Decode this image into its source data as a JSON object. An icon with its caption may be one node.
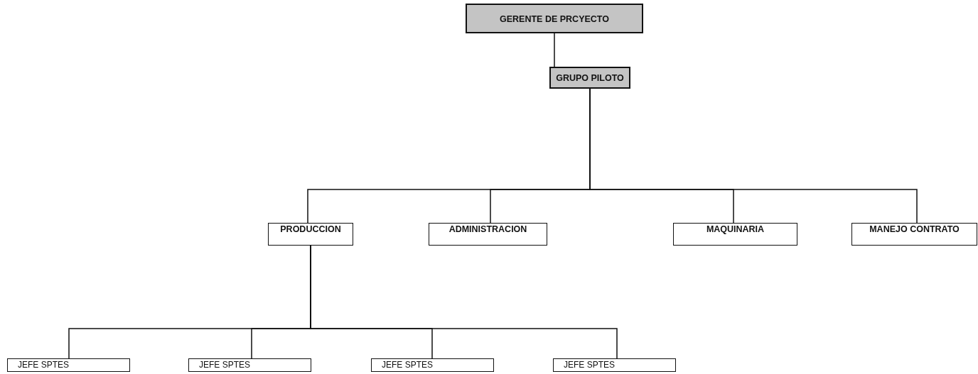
{
  "diagram": {
    "nodes": [
      {
        "text": [
          "GERENTE DE PRCYECTO"
        ]
      },
      {
        "text": [
          "GRUPO PILOTO"
        ]
      },
      {
        "text": [
          "PRODUCCION"
        ]
      },
      {
        "text": [
          "ADMINISTRACION"
        ]
      },
      {
        "text": [
          "MAQUINARIA"
        ]
      },
      {
        "text": [
          "MANEJO CONTRATO"
        ]
      },
      {
        "text": [
          "JEFE SPTES"
        ]
      },
      {
        "text": [
          "JEFE SPTES"
        ]
      },
      {
        "text": [
          "JEFE SPTES"
        ]
      },
      {
        "text": [
          "JEFE SPTES"
        ]
      }
    ],
    "edges": [
      {
        "from": 0,
        "to": 1,
        "arrow": "none"
      },
      {
        "from": 1,
        "to": 2,
        "arrow": "none"
      },
      {
        "from": 1,
        "to": 3,
        "arrow": "none"
      },
      {
        "from": 1,
        "to": 4,
        "arrow": "none"
      },
      {
        "from": 1,
        "to": 5,
        "arrow": "none"
      },
      {
        "from": 2,
        "to": 6,
        "arrow": "none"
      },
      {
        "from": 2,
        "to": 7,
        "arrow": "none"
      },
      {
        "from": 2,
        "to": 8,
        "arrow": "none"
      },
      {
        "from": 2,
        "to": 9,
        "arrow": "none"
      }
    ]
  }
}
